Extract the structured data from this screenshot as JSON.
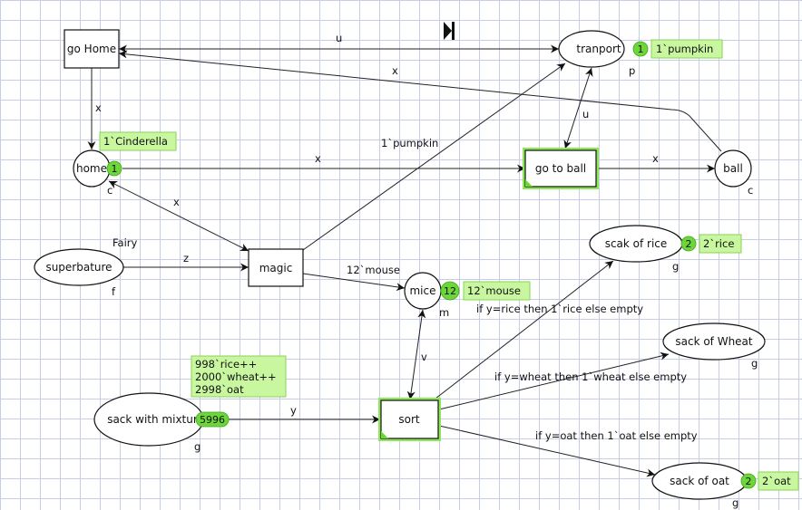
{
  "colors": {
    "token_fill": "#c8f7a0",
    "badge_fill": "#6dd63a",
    "enabled_glow": "#8ee65a",
    "grid": "#c8cde6"
  },
  "toolbar": {
    "icon": "step-forward-icon"
  },
  "places": {
    "tranport": {
      "label": "tranport",
      "type": "p",
      "count": "1",
      "marking": "1`pumpkin"
    },
    "home": {
      "label": "home",
      "type": "c",
      "count": "1",
      "marking": "1`Cinderella"
    },
    "ball": {
      "label": "ball",
      "type": "c"
    },
    "superbature": {
      "label": "superbature",
      "type": "f",
      "marking": "Fairy"
    },
    "mice": {
      "label": "mice",
      "type": "m",
      "count": "12",
      "marking": "12`mouse"
    },
    "scak_of_rice": {
      "label": "scak of rice",
      "type": "g",
      "count": "2",
      "marking": "2`rice"
    },
    "sack_of_wheat": {
      "label": "sack of Wheat",
      "type": "g"
    },
    "sack_with_mixture": {
      "label": "sack with mixtur",
      "type": "g",
      "count": "5996",
      "marking_lines": [
        "998`rice++",
        "2000`wheat++",
        "2998`oat"
      ]
    },
    "sack_of_oat": {
      "label": "sack of oat",
      "type": "g",
      "count": "2",
      "marking": "2`oat"
    }
  },
  "transitions": {
    "go_home": {
      "label": "go Home"
    },
    "go_to_ball": {
      "label": "go to ball"
    },
    "magic": {
      "label": "magic"
    },
    "sort": {
      "label": "sort"
    }
  },
  "arcs": {
    "gohome_tranport": "u",
    "ball_gohome": "x",
    "gohome_home": "x",
    "home_gotoball": "x",
    "gotoball_ball": "x",
    "tranport_gotoball": "u",
    "home_magic": "x",
    "magic_tranport": "1`pumpkin",
    "superbature_magic": "z",
    "magic_mice": "12`mouse",
    "mice_sort": "v",
    "mixture_sort": "y",
    "sort_rice": "if y=rice then 1`rice else empty",
    "sort_wheat": "if y=wheat then 1`wheat else empty",
    "sort_oat": "if y=oat then 1`oat else empty"
  }
}
